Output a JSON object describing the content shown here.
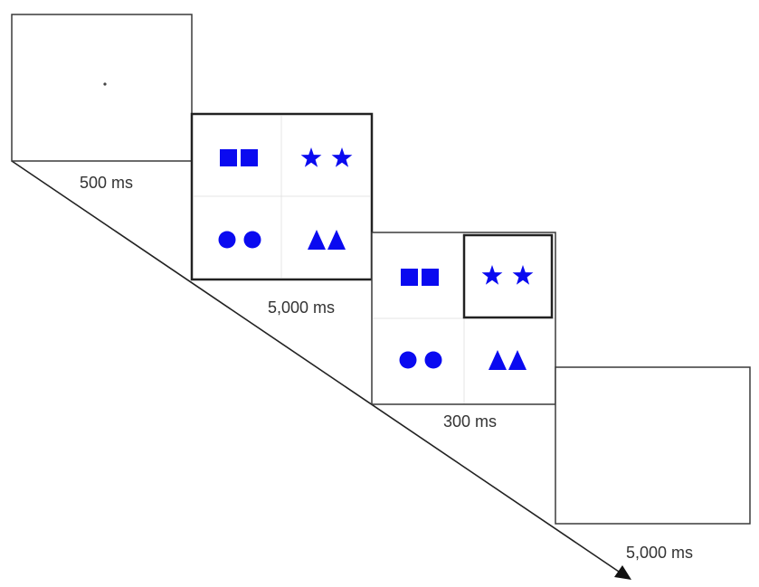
{
  "diagram": {
    "durations": {
      "fixation": "500 ms",
      "study": "5,000 ms",
      "cue": "300 ms",
      "blank": "5,000 ms"
    },
    "colors": {
      "stimulus": "#0a0af0",
      "frame": "#3a3a3a",
      "cue_highlight": "#222222"
    },
    "stimulus_pairs": [
      "squares",
      "stars",
      "circles",
      "triangles"
    ],
    "cued_pair": "stars"
  }
}
